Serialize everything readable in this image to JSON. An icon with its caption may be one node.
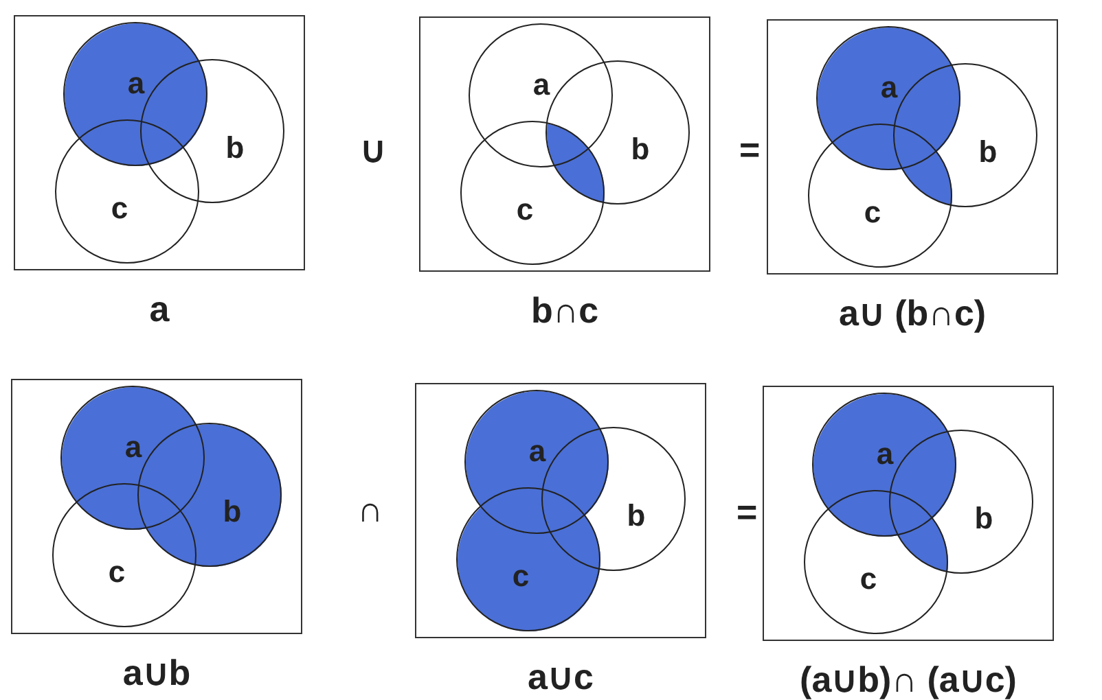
{
  "diagram": {
    "nodes": [
      {
        "text": [],
        "shape": "box",
        "beside": [
          "a"
        ]
      },
      {
        "text": [
          "a"
        ],
        "in": 0
      },
      {
        "text": [
          "b"
        ],
        "in": 0
      },
      {
        "text": [
          "c"
        ],
        "in": 0
      },
      {
        "text": [],
        "shape": "box",
        "beside": [
          "b∩c"
        ]
      },
      {
        "text": [
          "a"
        ],
        "in": 4
      },
      {
        "text": [
          "b"
        ],
        "in": 4
      },
      {
        "text": [
          "c"
        ],
        "in": 4
      },
      {
        "text": [],
        "shape": "box",
        "beside": [
          "a∪ (b∩c)"
        ]
      },
      {
        "text": [
          "a"
        ],
        "in": 8
      },
      {
        "text": [
          "b"
        ],
        "in": 8
      },
      {
        "text": [
          "c"
        ],
        "in": 8
      },
      {
        "text": [],
        "shape": "box",
        "beside": [
          "a∪b"
        ]
      },
      {
        "text": [
          "a"
        ],
        "in": 12
      },
      {
        "text": [
          "b"
        ],
        "in": 12
      },
      {
        "text": [
          "c"
        ],
        "in": 12
      },
      {
        "text": [],
        "shape": "box",
        "beside": [
          "a∪c"
        ]
      },
      {
        "text": [
          "a"
        ],
        "in": 16
      },
      {
        "text": [
          "b"
        ],
        "in": 16
      },
      {
        "text": [
          "c"
        ],
        "in": 16
      },
      {
        "text": [],
        "shape": "box",
        "beside": [
          "(a∪b)∩ (a∪c)"
        ]
      },
      {
        "text": [
          "a"
        ],
        "in": 20
      },
      {
        "text": [
          "b"
        ],
        "in": 20
      },
      {
        "text": [
          "c"
        ],
        "in": 20
      }
    ],
    "labels": [
      "∪",
      "=",
      "∩",
      "="
    ]
  }
}
